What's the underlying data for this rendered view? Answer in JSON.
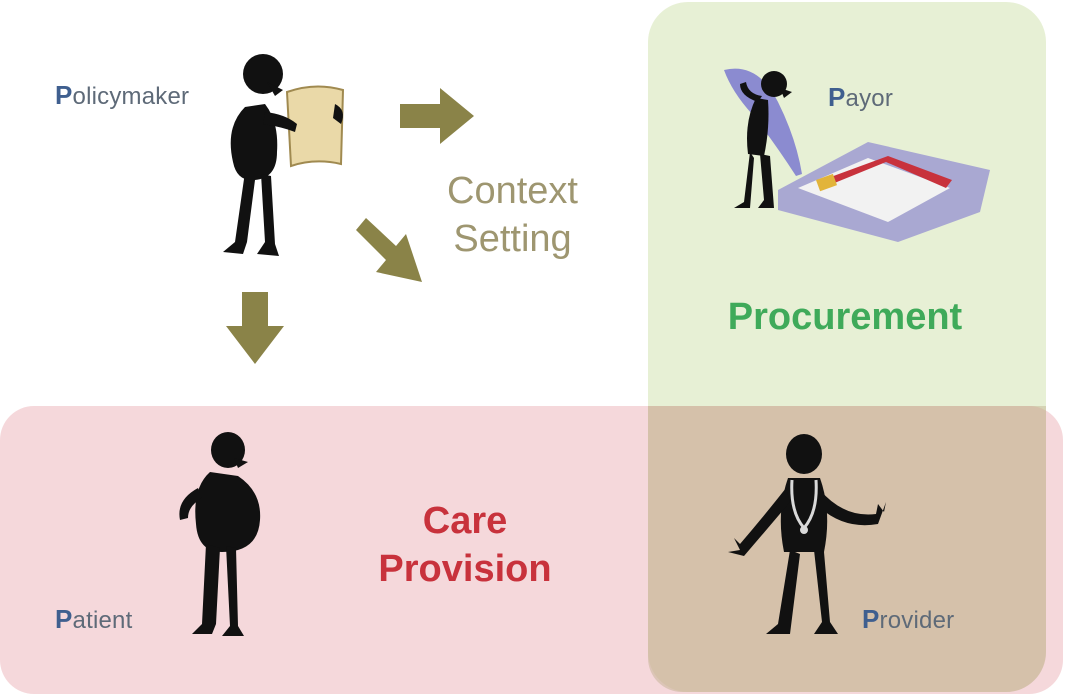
{
  "actors": {
    "policymaker": {
      "initial": "P",
      "rest": "olicymaker"
    },
    "payor": {
      "initial": "P",
      "rest": "ayor"
    },
    "patient": {
      "initial": "P",
      "rest": "atient"
    },
    "provider": {
      "initial": "P",
      "rest": "rovider"
    }
  },
  "context_setting": {
    "line1": "Context",
    "line2": "Setting"
  },
  "procurement": {
    "label": "Procurement"
  },
  "care_provision": {
    "line1": "Care",
    "line2": "Provision"
  },
  "colors": {
    "arrow": "#8a8348",
    "silhouette": "#111111",
    "procurement_bg": "#dfe9c8",
    "care_bg": "#f2c9cd",
    "procurement_text": "#3faa5a",
    "care_text": "#c8323c",
    "context_text": "#9e9670"
  },
  "icons": [
    "policymaker-figure",
    "payor-figure",
    "patient-figure",
    "provider-figure",
    "document-scroll-icon",
    "credit-card-icon",
    "stethoscope-icon"
  ]
}
